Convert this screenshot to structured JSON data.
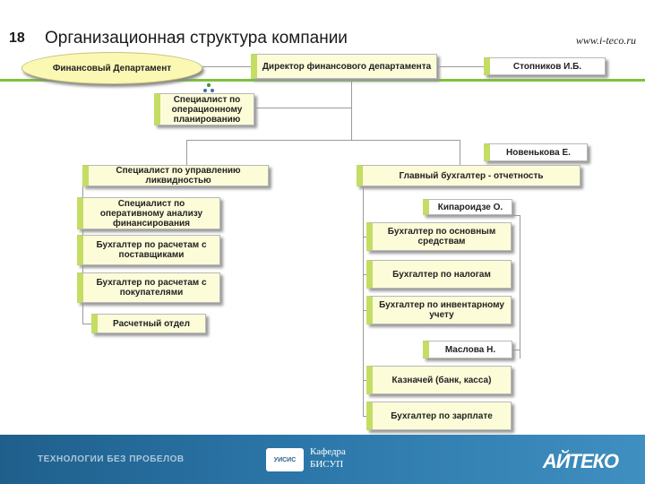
{
  "header": {
    "slide_number": "18",
    "title": "Организационная структура компании",
    "site": "www.i-teco.ru"
  },
  "chart": {
    "department": "Финансовый Департамент",
    "director": "Директор финансового департамента",
    "director_name": "Стопников И.Б.",
    "operational_planning": "Специалист по операционному планированию",
    "left_branch": {
      "head": "Специалист по управлению ликвидностью",
      "items": [
        "Специалист по оперативному анализу финансирования",
        "Бухгалтер по расчетам с поставщиками",
        "Бухгалтер по расчетам с покупателями",
        "Расчетный отдел"
      ]
    },
    "right_branch": {
      "name_top": "Новенькова Е.",
      "head": "Главный бухгалтер - отчетность",
      "name_1": "Кипароидзе О.",
      "items_1": [
        "Бухгалтер по основным средствам",
        "Бухгалтер по налогам",
        "Бухгалтер по инвентарному учету"
      ],
      "name_2": "Маслова Н.",
      "items_2": [
        "Казначей (банк, касса)",
        "Бухгалтер по зарплате"
      ]
    }
  },
  "footer": {
    "slogan": "ТЕХНОЛОГИИ БЕЗ ПРОБЕЛОВ",
    "dept_logo": "УИСИС",
    "dept_line1": "Кафедра",
    "dept_line2": "БИСУП",
    "brand": "АЙТЕКО"
  },
  "colors": {
    "box_fill": "#fdfcd9",
    "accent_green": "#c4dd63",
    "footer_blue": "#2b76a8"
  }
}
